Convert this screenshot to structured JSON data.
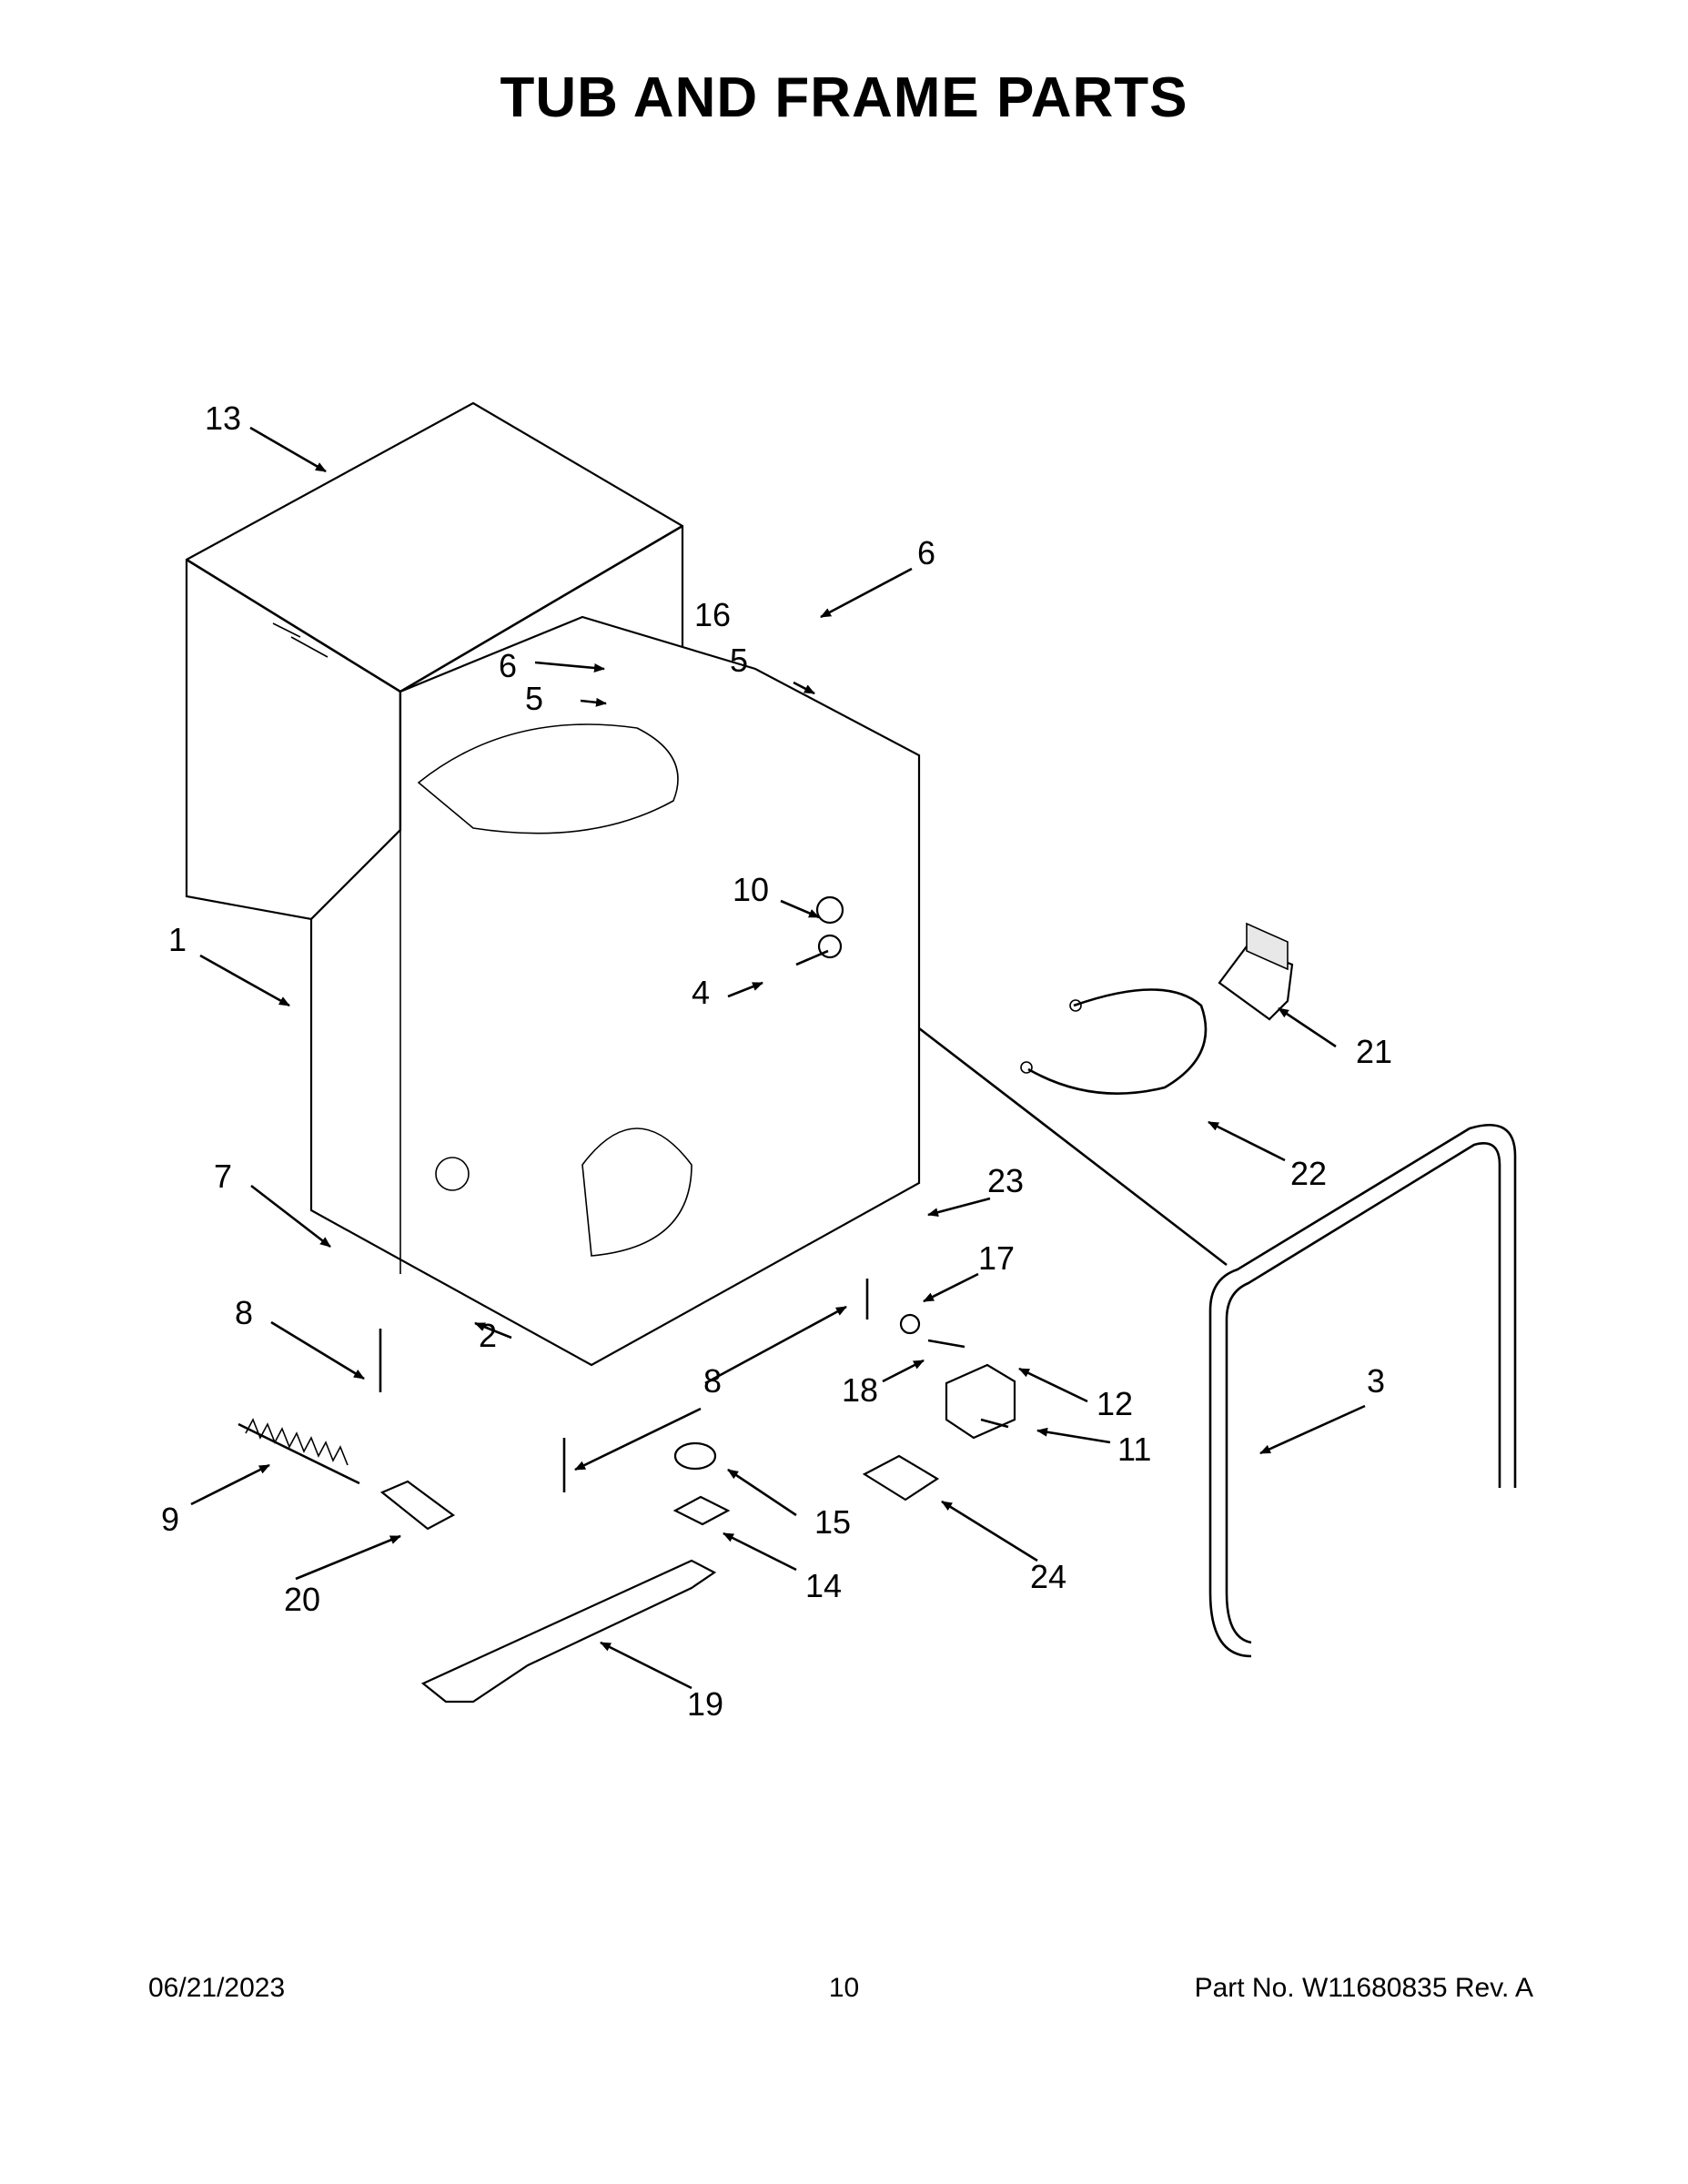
{
  "page": {
    "title": "TUB AND FRAME PARTS",
    "footer_date": "06/21/2023",
    "footer_page": "10",
    "footer_part": "Part No.  W11680835  Rev.  A"
  },
  "callouts": {
    "c1": "1",
    "c2": "2",
    "c3": "3",
    "c4": "4",
    "c5a": "5",
    "c5b": "5",
    "c6a": "6",
    "c6b": "6",
    "c7": "7",
    "c8a": "8",
    "c8b": "8",
    "c9": "9",
    "c10": "10",
    "c11": "11",
    "c12": "12",
    "c13": "13",
    "c14": "14",
    "c15": "15",
    "c16": "16",
    "c17": "17",
    "c18": "18",
    "c19": "19",
    "c20": "20",
    "c21": "21",
    "c22": "22",
    "c23": "23",
    "c24": "24"
  }
}
